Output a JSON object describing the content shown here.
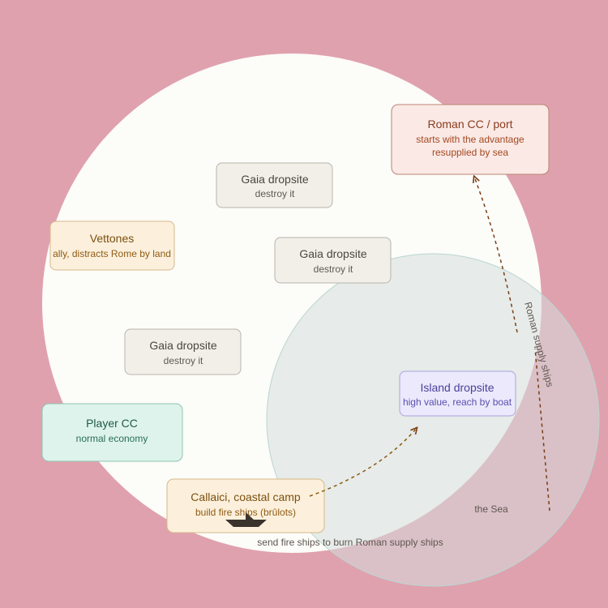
{
  "colors": {
    "background": "#e0a1ae",
    "land": "#fcfcf9",
    "sea_fill": "#e5f1ef",
    "sea_stroke": "#b9d6d1",
    "arrow": "#7a3e16",
    "ship": "#3b332d"
  },
  "nodes": {
    "roman": {
      "title": "Roman CC / port",
      "line1": "starts with the advantage",
      "line2": "resupplied by sea"
    },
    "gaia1": {
      "title": "Gaia dropsite",
      "sub": "destroy it"
    },
    "vettones": {
      "title": "Vettones",
      "sub": "ally, distracts Rome by land"
    },
    "gaia2": {
      "title": "Gaia dropsite",
      "sub": "destroy it"
    },
    "gaia3": {
      "title": "Gaia dropsite",
      "sub": "destroy it"
    },
    "island": {
      "title": "Island dropsite",
      "sub": "high value, reach by boat"
    },
    "player": {
      "title": "Player CC",
      "sub": "normal economy"
    },
    "callaici": {
      "title": "Callaici, coastal camp",
      "sub": "build fire ships (brûlots)"
    }
  },
  "labels": {
    "supply": "Roman supply ships",
    "sea": "the Sea",
    "fire": "send fire ships to burn Roman supply ships"
  },
  "icons": {
    "ship": "ship-icon"
  }
}
